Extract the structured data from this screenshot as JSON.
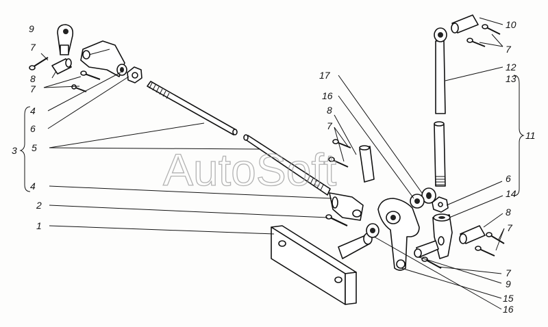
{
  "watermark": "AutoSoft",
  "callouts": {
    "c9a": "9",
    "c7a": "7",
    "c8a": "8",
    "c7b": "7",
    "c4a": "4",
    "c6a": "6",
    "c3": "3",
    "c5": "5",
    "c4b": "4",
    "c2": "2",
    "c1": "1",
    "c17": "17",
    "c16a": "16",
    "c8b": "8",
    "c7c": "7",
    "c10": "10",
    "c7d": "7",
    "c12": "12",
    "c13": "13",
    "c11": "11",
    "c6b": "6",
    "c14": "14",
    "c8c": "8",
    "c7e": "7",
    "c7f": "7",
    "c9b": "9",
    "c15": "15",
    "c16b": "16"
  }
}
